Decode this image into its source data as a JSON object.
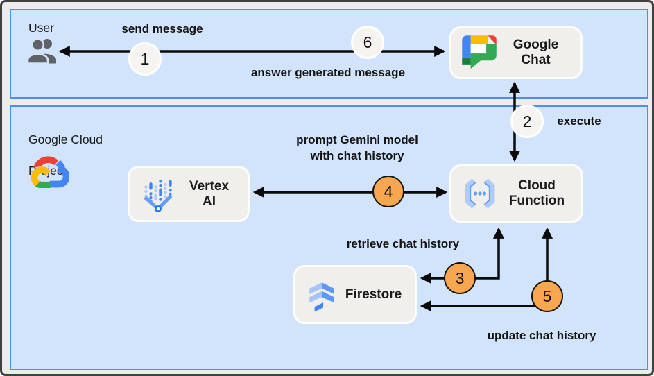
{
  "zones": {
    "user": {
      "label": "User"
    },
    "gcp": {
      "line1": "Google Cloud",
      "line2": "Project"
    }
  },
  "nodes": {
    "google_chat": {
      "line1": "Google",
      "line2": "Chat",
      "icon": "google-chat-icon"
    },
    "vertex_ai": {
      "line1": "Vertex",
      "line2": "AI",
      "icon": "vertex-ai-icon"
    },
    "cloud_function": {
      "line1": "Cloud",
      "line2": "Function",
      "icon": "cloud-functions-icon"
    },
    "firestore": {
      "label": "Firestore",
      "icon": "firestore-icon"
    }
  },
  "steps": {
    "s1": {
      "number": "1",
      "label": "send message",
      "style": "neutral"
    },
    "s2": {
      "number": "2",
      "label": "execute",
      "style": "neutral"
    },
    "s3": {
      "number": "3",
      "label": "retrieve chat history",
      "style": "orange"
    },
    "s4": {
      "number": "4",
      "label_line1": "prompt Gemini model",
      "label_line2": "with chat history",
      "style": "orange"
    },
    "s5": {
      "number": "5",
      "label": "update chat history",
      "style": "orange"
    },
    "s6": {
      "number": "6",
      "label": "answer generated message",
      "style": "neutral"
    }
  },
  "icons": {
    "user": "people-icon",
    "gcp": "google-cloud-logo"
  },
  "colors": {
    "zone_fill": "#D2E3FC",
    "zone_border": "#4C8DF6",
    "node_fill": "#F0EFEC",
    "node_border": "#FDFDFC",
    "step_orange": "#F9A74F",
    "step_neutral": "#F6F4F1",
    "arrow_color": "#0A0A0A"
  }
}
